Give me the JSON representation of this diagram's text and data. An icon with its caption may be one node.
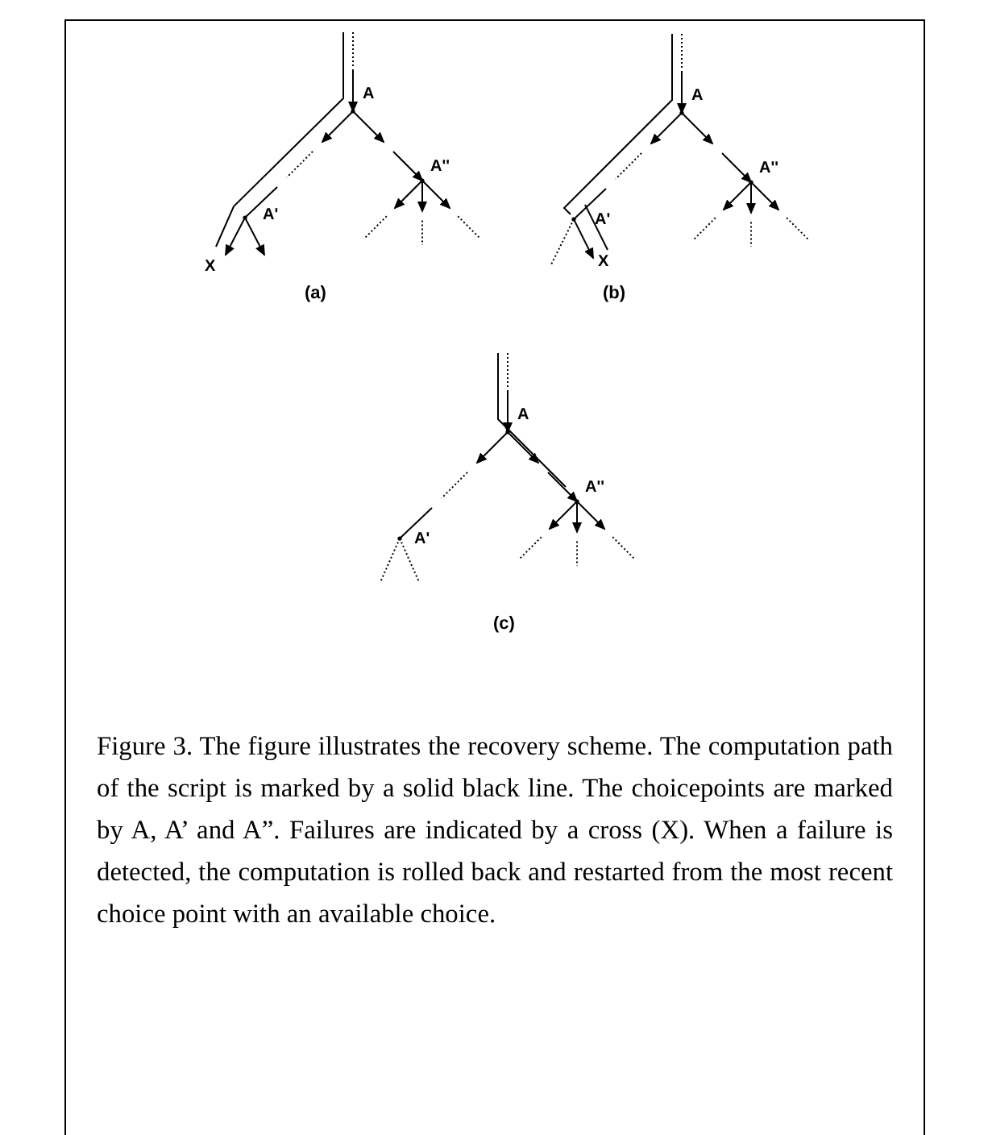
{
  "diagram": {
    "caption": "Figure 3. The figure illustrates the recovery scheme. The computation path of the script is marked by a solid black line. The choicepoints are marked by A, A’ and A”. Failures are indicated by a cross (X). When a failure is detected, the computation is rolled back and restarted from the most recent choice point with an available choice.",
    "labels": [
      "A",
      "A''",
      "A'",
      "X",
      "(a)",
      "A",
      "A''",
      "A'",
      "X",
      "(b)",
      "A",
      "A''",
      "A'",
      "(c)"
    ]
  }
}
